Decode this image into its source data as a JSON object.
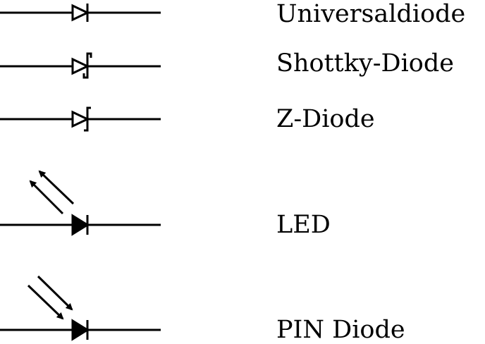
{
  "labels": {
    "universal": "Universaldiode",
    "schottky": "Shottky-Diode",
    "zener": "Z-Diode",
    "led": "LED",
    "pin": "PIN Diode"
  },
  "colors": {
    "stroke": "#000000",
    "background": "#ffffff"
  }
}
